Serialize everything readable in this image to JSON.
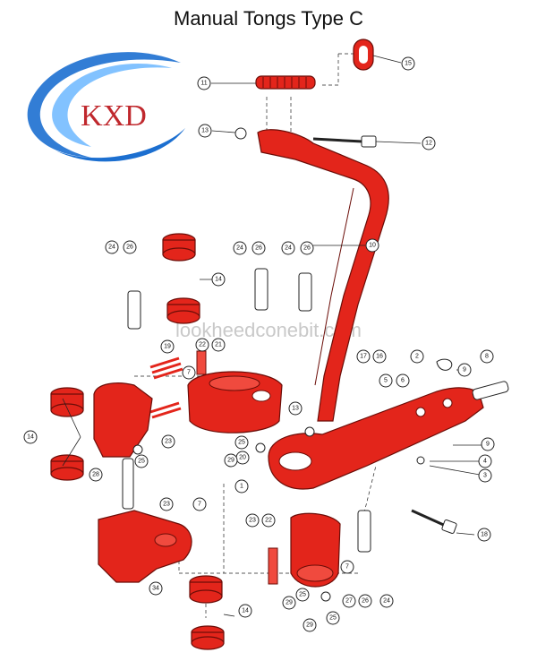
{
  "title": "Manual Tongs Type C",
  "logo": {
    "text": "KXD",
    "colors": {
      "swoosh": "#1c6fd0",
      "swoosh_light": "#63b3ff",
      "text": "#c0282d"
    }
  },
  "watermark": "lookheedconebit.com",
  "colors": {
    "part": "#e3251b",
    "outline": "#6b0d08"
  },
  "callouts": [
    {
      "id": "c15",
      "label": "15"
    },
    {
      "id": "c11",
      "label": "11"
    },
    {
      "id": "c13a",
      "label": "13"
    },
    {
      "id": "c12",
      "label": "12"
    },
    {
      "id": "c10",
      "label": "10"
    },
    {
      "id": "c24a",
      "label": "24"
    },
    {
      "id": "c26a",
      "label": "26"
    },
    {
      "id": "c14a",
      "label": "14"
    },
    {
      "id": "c24b",
      "label": "24"
    },
    {
      "id": "c26b",
      "label": "26"
    },
    {
      "id": "c24c",
      "label": "24"
    },
    {
      "id": "c26c",
      "label": "26"
    },
    {
      "id": "c28",
      "label": "28"
    },
    {
      "id": "c19",
      "label": "19"
    },
    {
      "id": "c22a",
      "label": "22"
    },
    {
      "id": "c21",
      "label": "21"
    },
    {
      "id": "c7a",
      "label": "7"
    },
    {
      "id": "c17",
      "label": "17"
    },
    {
      "id": "c16",
      "label": "16"
    },
    {
      "id": "c2",
      "label": "2"
    },
    {
      "id": "c9a",
      "label": "9"
    },
    {
      "id": "c8",
      "label": "8"
    },
    {
      "id": "c5",
      "label": "5"
    },
    {
      "id": "c6",
      "label": "6"
    },
    {
      "id": "c14b",
      "label": "14"
    },
    {
      "id": "c13b",
      "label": "13"
    },
    {
      "id": "c23a",
      "label": "23"
    },
    {
      "id": "c25a",
      "label": "25"
    },
    {
      "id": "c20",
      "label": "20"
    },
    {
      "id": "c29a",
      "label": "29"
    },
    {
      "id": "c25b",
      "label": "25"
    },
    {
      "id": "c1",
      "label": "1"
    },
    {
      "id": "c9b",
      "label": "9"
    },
    {
      "id": "c4",
      "label": "4"
    },
    {
      "id": "c3",
      "label": "3"
    },
    {
      "id": "c23b",
      "label": "23"
    },
    {
      "id": "c7b",
      "label": "7"
    },
    {
      "id": "c18",
      "label": "18"
    },
    {
      "id": "c23c",
      "label": "23"
    },
    {
      "id": "c22b",
      "label": "22"
    },
    {
      "id": "c7c",
      "label": "7"
    },
    {
      "id": "c34",
      "label": "34"
    },
    {
      "id": "c14c",
      "label": "14"
    },
    {
      "id": "c26d",
      "label": "26"
    },
    {
      "id": "c27",
      "label": "27"
    },
    {
      "id": "c24d",
      "label": "24"
    },
    {
      "id": "c29b",
      "label": "29"
    },
    {
      "id": "c25c",
      "label": "25"
    },
    {
      "id": "c29c",
      "label": "29"
    },
    {
      "id": "c25d",
      "label": "25"
    }
  ]
}
